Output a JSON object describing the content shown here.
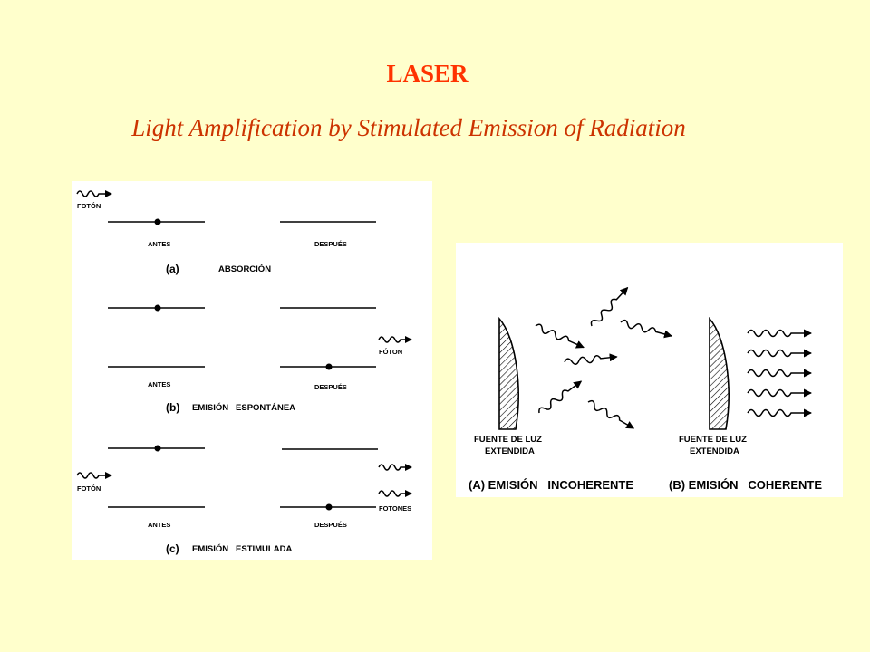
{
  "colors": {
    "title": "#FF3300",
    "subtitle": "#CC3300",
    "background": "#FFFFCC",
    "panel": "#FFFFFF",
    "ink": "#000000"
  },
  "header": {
    "title": "LASER",
    "subtitle": "Light Amplification by Stimulated Emission of Radiation"
  },
  "left_diagram": {
    "foton_top": "FOTÓN",
    "a_antes": "ANTES",
    "a_despues": "DESPUÉS",
    "a_caption_letter": "(a)",
    "a_caption": "ABSORCIÓN",
    "b_foton": "FÓTON",
    "b_antes": "ANTES",
    "b_despues": "DESPUÉS",
    "b_caption_letter": "(b)",
    "b_caption": "EMISIÓN   ESPONTÁNEA",
    "c_foton": "FOTÓN",
    "c_fotones": "FOTONES",
    "c_antes": "ANTES",
    "c_despues": "DESPUÉS",
    "c_caption_letter": "(c)",
    "c_caption": "EMISIÓN   ESTIMULADA"
  },
  "right_diagram": {
    "source_a_line1": "FUENTE DE LUZ",
    "source_a_line2": "EXTENDIDA",
    "source_b_line1": "FUENTE DE LUZ",
    "source_b_line2": "EXTENDIDA",
    "caption_a": "(A) EMISIÓN   INCOHERENTE",
    "caption_b": "(B) EMISIÓN   COHERENTE"
  }
}
